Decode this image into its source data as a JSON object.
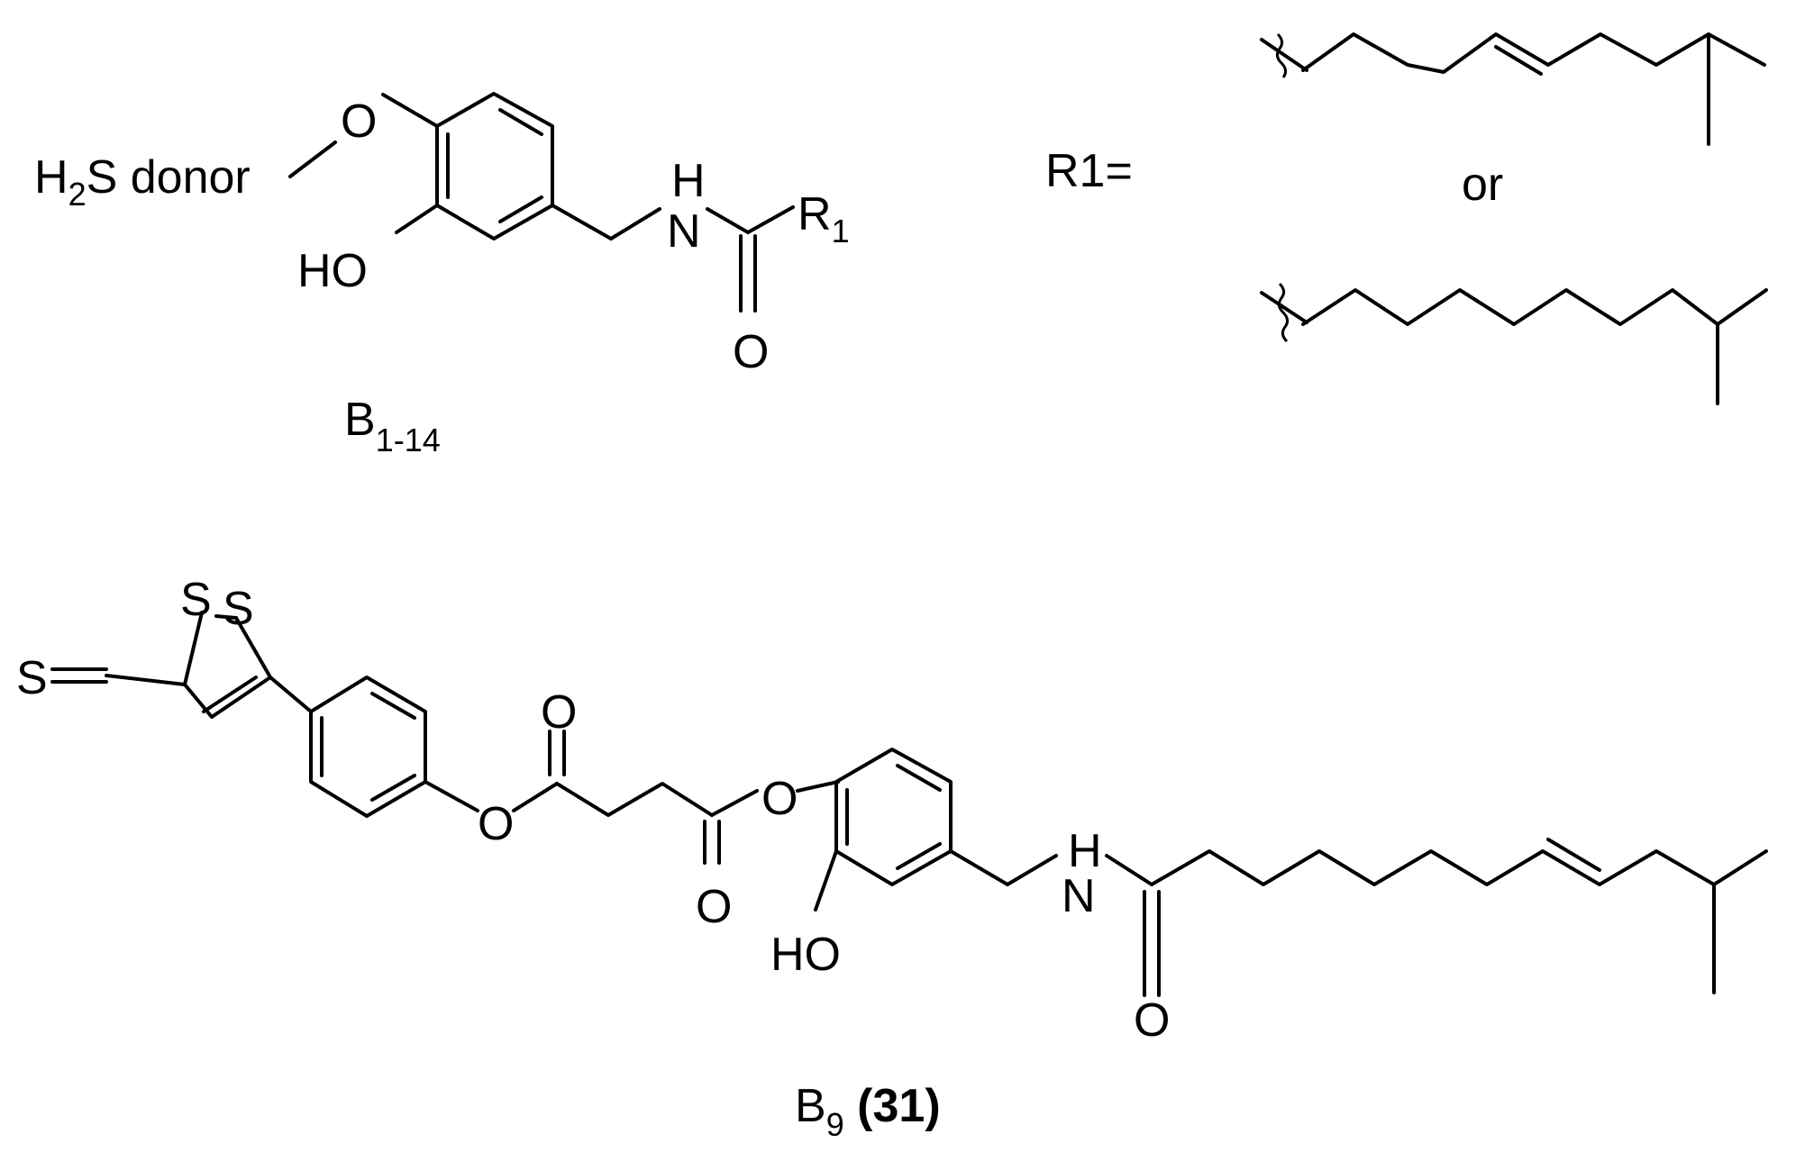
{
  "top_structure": {
    "atoms": {
      "o_ether": "O",
      "hydroxyl": "HO",
      "nh_h": "H",
      "nh_n": "N",
      "carbonyl_o": "O",
      "r_main": "R",
      "r_sub": "1"
    },
    "donor": {
      "main_a": "H",
      "sub": "2",
      "main_b": "S donor"
    },
    "compound_label": {
      "main": "B",
      "sub": "1-14"
    }
  },
  "r1_definition": {
    "label": "R1=",
    "or": "or"
  },
  "bottom_structure": {
    "atoms": {
      "dithiole_s1": "S",
      "dithiole_s2": "S",
      "thione_s": "S",
      "ester1_o_link": "O",
      "ester1_o_carbonyl": "O",
      "ester2_o_link": "O",
      "ester2_o_carbonyl": "O",
      "hydroxyl": "HO",
      "nh_h": "H",
      "nh_n": "N",
      "amide_o": "O"
    },
    "compound_label": {
      "main": "B",
      "sub": "9",
      "number": "(31)"
    }
  }
}
